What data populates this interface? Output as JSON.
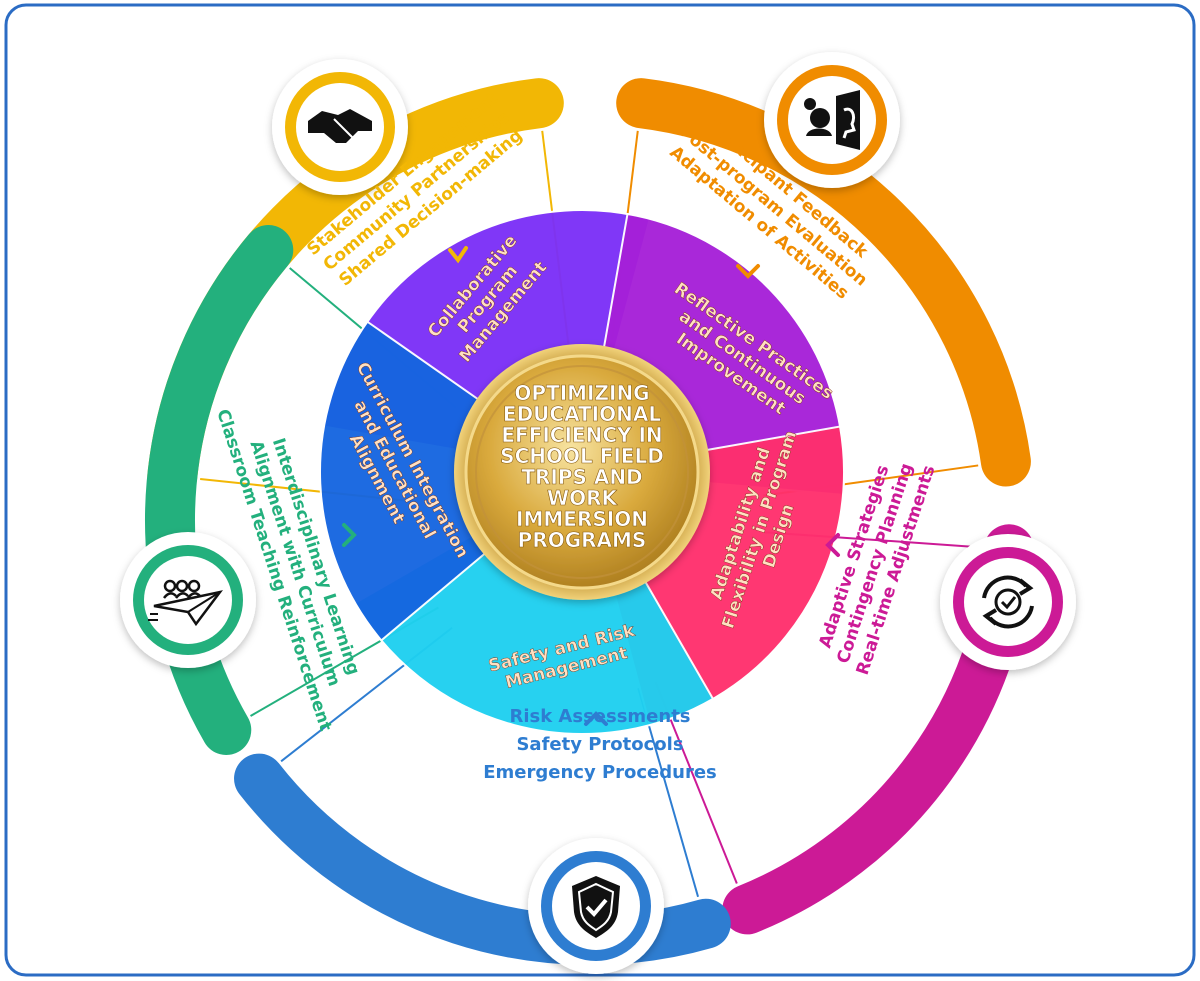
{
  "center": {
    "lines": [
      "OPTIMIZING",
      "EDUCATIONAL",
      "EFFICIENCY IN",
      "SCHOOL FIELD",
      "TRIPS AND",
      "WORK",
      "IMMERSION",
      "PROGRAMS"
    ]
  },
  "sections": [
    {
      "id": "collaborative",
      "color": "#f2b705",
      "petal_color": "#7b2ff7",
      "petal_lines": [
        "Collaborative",
        "Program",
        "Management"
      ],
      "details": [
        "Stakeholder Engagement",
        "Community Partnerships",
        "Shared Decision-making"
      ],
      "icon": "handshake-icon"
    },
    {
      "id": "reflective",
      "color": "#f08c00",
      "petal_color": "#a620d8",
      "petal_lines": [
        "Reflective Practices",
        "and Continuous",
        "Improvement"
      ],
      "details": [
        "Participant Feedback",
        "Post-program Evaluation",
        "Adaptation of Activities"
      ],
      "icon": "feedback-faces-icon"
    },
    {
      "id": "adaptability",
      "color": "#cc1a96",
      "petal_color": "#ff2f6d",
      "petal_lines": [
        "Adaptability and",
        "Flexibility in Program",
        "Design"
      ],
      "details": [
        "Adaptive Strategies",
        "Contingency Planning",
        "Real-time Adjustments"
      ],
      "icon": "refresh-check-icon"
    },
    {
      "id": "safety",
      "color": "#2e7dd1",
      "petal_color": "#1fd0f0",
      "petal_lines": [
        "Safety and Risk",
        "Management"
      ],
      "details": [
        "Risk Assessments",
        "Safety Protocols",
        "Emergency Procedures"
      ],
      "icon": "shield-check-icon"
    },
    {
      "id": "curriculum",
      "color": "#23b07d",
      "petal_color": "#1565e0",
      "petal_lines": [
        "Curriculum Integration",
        "and Educational",
        "Alignment"
      ],
      "details": [
        "Interdisciplinary Learning",
        "Alignment with Curriculum",
        "Classroom Teaching Reinforcement"
      ],
      "icon": "paper-plane-group-icon"
    }
  ],
  "colors": {
    "frame": "#2b6cc4",
    "petal_text": "#ffe0c2",
    "coin_dark": "#a8791c",
    "coin_light": "#f4dc8a",
    "coin_text": "#ffffff"
  }
}
